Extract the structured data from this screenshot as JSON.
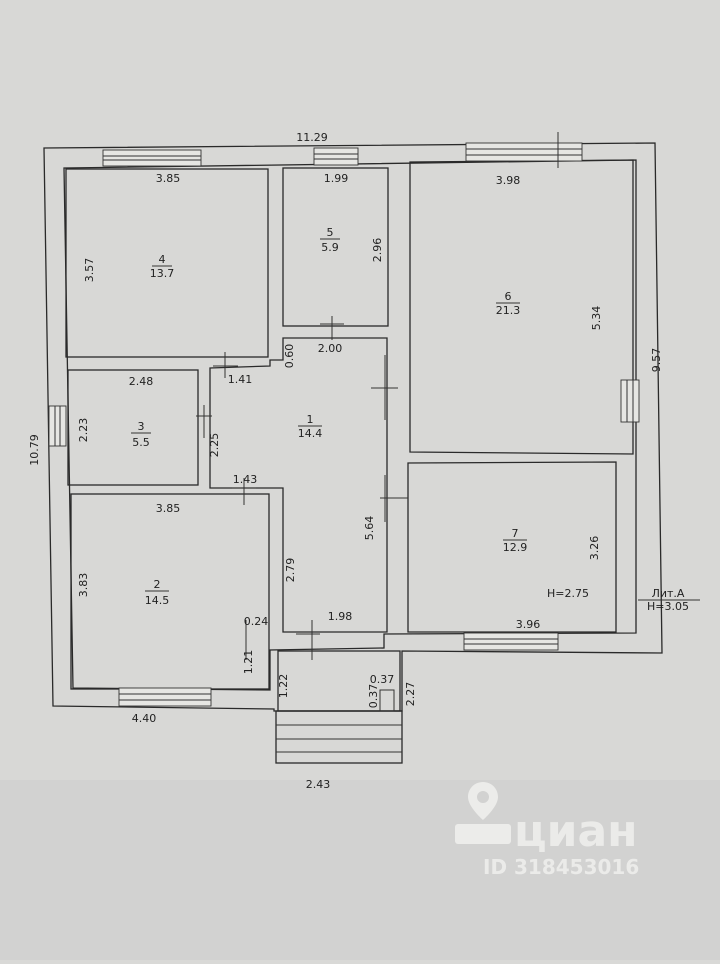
{
  "rooms": [
    {
      "id": "1",
      "area": "14.4"
    },
    {
      "id": "2",
      "area": "14.5"
    },
    {
      "id": "3",
      "area": "5.5"
    },
    {
      "id": "4",
      "area": "13.7"
    },
    {
      "id": "5",
      "area": "5.9"
    },
    {
      "id": "6",
      "area": "21.3"
    },
    {
      "id": "7",
      "area": "12.9"
    }
  ],
  "dimensions": {
    "overall_top": "11.29",
    "overall_left": "10.79",
    "right_wall": "9.57",
    "bottom_left": "4.40",
    "porch_width": "2.43",
    "r4_width": "3.85",
    "r4_height": "3.57",
    "r5_width": "1.99",
    "r5_height": "2.96",
    "r6_width": "3.98",
    "r6_height": "5.34",
    "r3_width": "2.48",
    "r3_height": "2.23",
    "r2_width": "3.85",
    "r2_height": "3.83",
    "r7_height": "3.26",
    "r7_width": "3.96",
    "hall_height": "5.64",
    "hall_width": "1.98",
    "d_2_00": "2.00",
    "d_0_60": "0.60",
    "d_1_41": "1.41",
    "d_1_43": "1.43",
    "d_2_25": "2.25",
    "d_2_79": "2.79",
    "d_0_24": "0.24",
    "d_1_21": "1.21",
    "d_1_22": "1.22",
    "d_0_37a": "0.37",
    "d_0_37b": "0.37",
    "d_2_27": "2.27"
  },
  "notes": {
    "height_room": "H=2.75",
    "lit": "Лит.А",
    "height_total": "H=3.05"
  },
  "watermark": {
    "brand": "циан",
    "id": "ID 318453016"
  }
}
